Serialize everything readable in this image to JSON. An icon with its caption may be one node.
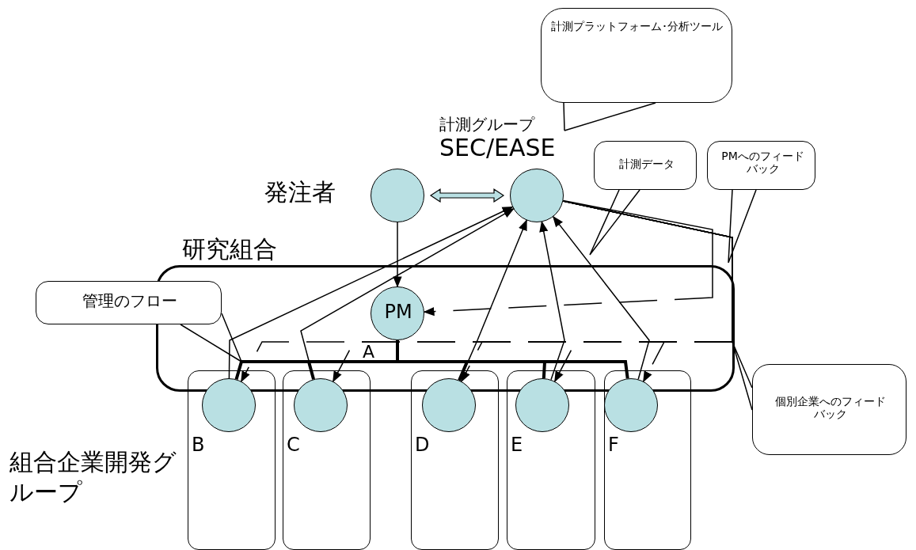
{
  "diagram": {
    "nodes": [
      {
        "text": [
          "計測プラットフォーム･分析ツール"
        ]
      },
      {
        "text": [
          "計測データ"
        ]
      },
      {
        "text": [
          "PMへのフィードバック"
        ]
      },
      {
        "text": [
          "発注者"
        ]
      },
      {
        "text": [
          "計測グループ",
          "SEC/EASE"
        ]
      },
      {
        "text": [
          "研究組合"
        ]
      },
      {
        "text": [
          "PM"
        ],
        "in": 5
      },
      {
        "text": [
          "管理のフロー"
        ]
      },
      {
        "text": [
          "個別企業へのフィードバック"
        ]
      },
      {
        "text": [
          "B"
        ]
      },
      {
        "text": [],
        "shape": "circle",
        "in": 9
      },
      {
        "text": [
          "C"
        ]
      },
      {
        "text": [],
        "shape": "circle",
        "in": 11
      },
      {
        "text": [
          "D"
        ]
      },
      {
        "text": [],
        "shape": "circle",
        "in": 13
      },
      {
        "text": [
          "E"
        ]
      },
      {
        "text": [],
        "shape": "circle",
        "in": 15
      },
      {
        "text": [
          "F"
        ]
      },
      {
        "text": [],
        "shape": "circle",
        "in": 17
      }
    ],
    "edges": [
      {
        "from": 3,
        "to": 4,
        "arrow": "both",
        "color": "#b9e0e3"
      },
      {
        "from": 3,
        "to": 6,
        "arrow": "to"
      },
      {
        "from": 10,
        "to": 4,
        "arrow": "to"
      },
      {
        "from": 12,
        "to": 4,
        "arrow": "to"
      },
      {
        "from": 14,
        "to": 4,
        "arrow": "to"
      },
      {
        "from": 16,
        "to": 4,
        "arrow": "to"
      },
      {
        "from": 18,
        "to": 4,
        "arrow": "to"
      },
      {
        "from": 6,
        "to": 10,
        "arrow": "none",
        "style": "thick"
      },
      {
        "from": 6,
        "to": 12,
        "arrow": "none",
        "style": "thick"
      },
      {
        "from": 6,
        "to": 14,
        "arrow": "none",
        "style": "thick"
      },
      {
        "from": 6,
        "to": 16,
        "arrow": "none",
        "style": "thick"
      },
      {
        "from": 6,
        "to": 18,
        "arrow": "none",
        "style": "thick"
      },
      {
        "from": 4,
        "to": 6,
        "arrow": "to",
        "style": "dashed"
      },
      {
        "from": 4,
        "to": 10,
        "arrow": "to",
        "style": "dashed"
      },
      {
        "from": 4,
        "to": 12,
        "arrow": "to",
        "style": "dashed"
      },
      {
        "from": 4,
        "to": 14,
        "arrow": "to",
        "style": "dashed"
      },
      {
        "from": 4,
        "to": 16,
        "arrow": "to",
        "style": "dashed"
      },
      {
        "from": 4,
        "to": 18,
        "arrow": "to",
        "style": "dashed"
      },
      {
        "from": 0,
        "to": null,
        "arrow": "none"
      },
      {
        "from": 1,
        "to": null,
        "arrow": "none"
      },
      {
        "from": 2,
        "to": null,
        "arrow": "none"
      },
      {
        "from": 7,
        "to": null,
        "arrow": "none"
      },
      {
        "from": 8,
        "to": null,
        "arrow": "none"
      }
    ],
    "labels": [
      "A",
      "組合企業開発グループ"
    ]
  }
}
